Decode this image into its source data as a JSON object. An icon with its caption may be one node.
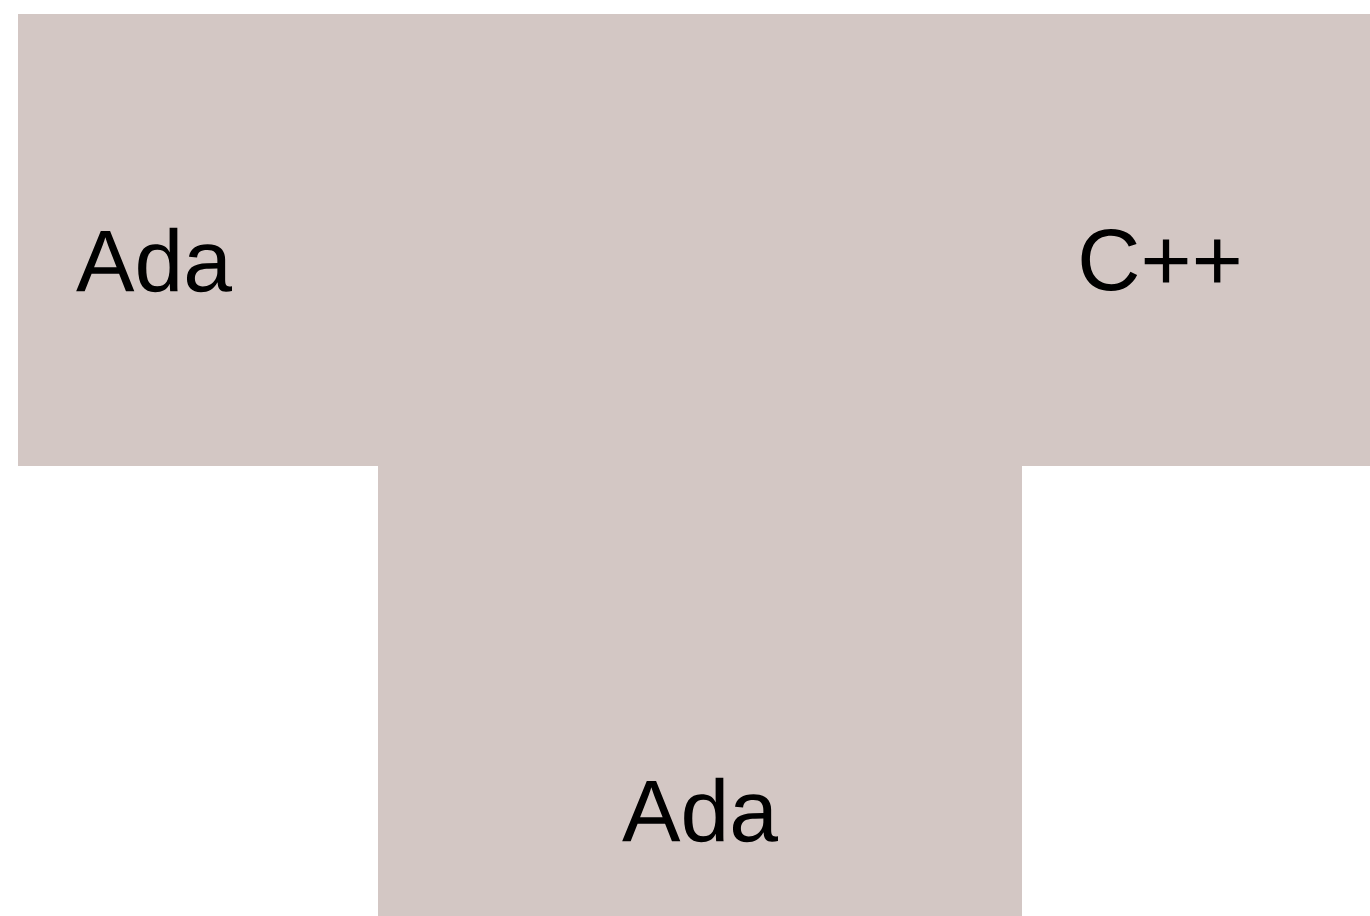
{
  "diagram": {
    "nodes": [
      {
        "text": [
          "Ada",
          "C++",
          "Ada"
        ]
      }
    ]
  }
}
